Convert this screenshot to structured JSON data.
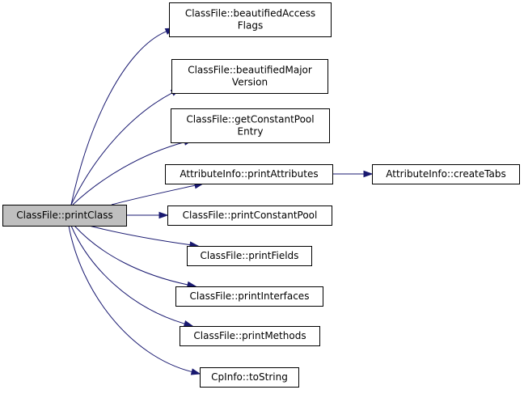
{
  "graph": {
    "colors": {
      "edge": "#191970",
      "node_fill": "#ffffff",
      "focus_fill": "#bfbfbf",
      "node_border": "#000000"
    },
    "nodes": [
      {
        "id": "print_class",
        "lines": [
          "ClassFile::printClass"
        ],
        "focus": true
      },
      {
        "id": "beautified_access_flags",
        "lines": [
          "ClassFile::beautifiedAccess",
          "Flags"
        ]
      },
      {
        "id": "beautified_major_version",
        "lines": [
          "ClassFile::beautifiedMajor",
          "Version"
        ]
      },
      {
        "id": "get_constant_pool_entry",
        "lines": [
          "ClassFile::getConstantPool",
          "Entry"
        ]
      },
      {
        "id": "print_attributes",
        "lines": [
          "AttributeInfo::printAttributes"
        ]
      },
      {
        "id": "create_tabs",
        "lines": [
          "AttributeInfo::createTabs"
        ]
      },
      {
        "id": "print_constant_pool",
        "lines": [
          "ClassFile::printConstantPool"
        ]
      },
      {
        "id": "print_fields",
        "lines": [
          "ClassFile::printFields"
        ]
      },
      {
        "id": "print_interfaces",
        "lines": [
          "ClassFile::printInterfaces"
        ]
      },
      {
        "id": "print_methods",
        "lines": [
          "ClassFile::printMethods"
        ]
      },
      {
        "id": "to_string",
        "lines": [
          "CpInfo::toString"
        ]
      }
    ],
    "edges": [
      {
        "from": "print_class",
        "to": "beautified_access_flags"
      },
      {
        "from": "print_class",
        "to": "beautified_major_version"
      },
      {
        "from": "print_class",
        "to": "get_constant_pool_entry"
      },
      {
        "from": "print_class",
        "to": "print_attributes"
      },
      {
        "from": "print_class",
        "to": "print_constant_pool"
      },
      {
        "from": "print_class",
        "to": "print_fields"
      },
      {
        "from": "print_class",
        "to": "print_interfaces"
      },
      {
        "from": "print_class",
        "to": "print_methods"
      },
      {
        "from": "print_class",
        "to": "to_string"
      },
      {
        "from": "print_attributes",
        "to": "create_tabs"
      }
    ]
  }
}
